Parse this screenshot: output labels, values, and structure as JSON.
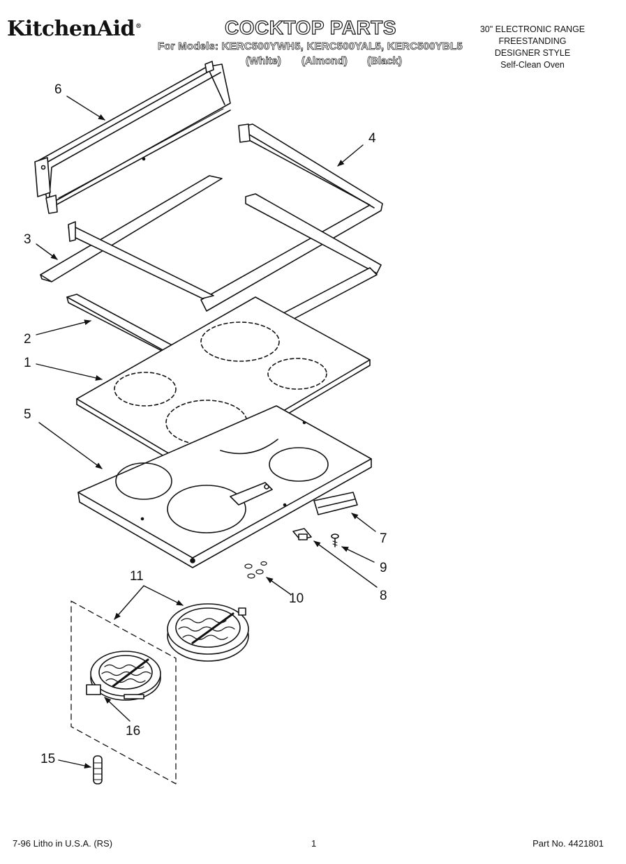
{
  "header": {
    "brand": "KitchenAid",
    "brand_mark": "®",
    "title": "COCKTOP PARTS",
    "models_line": "For Models: KERC500YWH5, KERC500YAL5, KERC500YBL5",
    "colors": [
      "(White)",
      "(Almond)",
      "(Black)"
    ],
    "spec_lines": [
      "30\" ELECTRONIC RANGE",
      "FREESTANDING",
      "DESIGNER STYLE",
      "Self-Clean Oven"
    ]
  },
  "callouts": {
    "c1": "1",
    "c2": "2",
    "c3": "3",
    "c4": "4",
    "c5": "5",
    "c6": "6",
    "c7": "7",
    "c8": "8",
    "c9": "9",
    "c10": "10",
    "c11": "11",
    "c15": "15",
    "c16": "16"
  },
  "footer": {
    "left": "7-96 Litho in U.S.A. (RS)",
    "page": "1",
    "part_no": "Part No. 4421801"
  }
}
